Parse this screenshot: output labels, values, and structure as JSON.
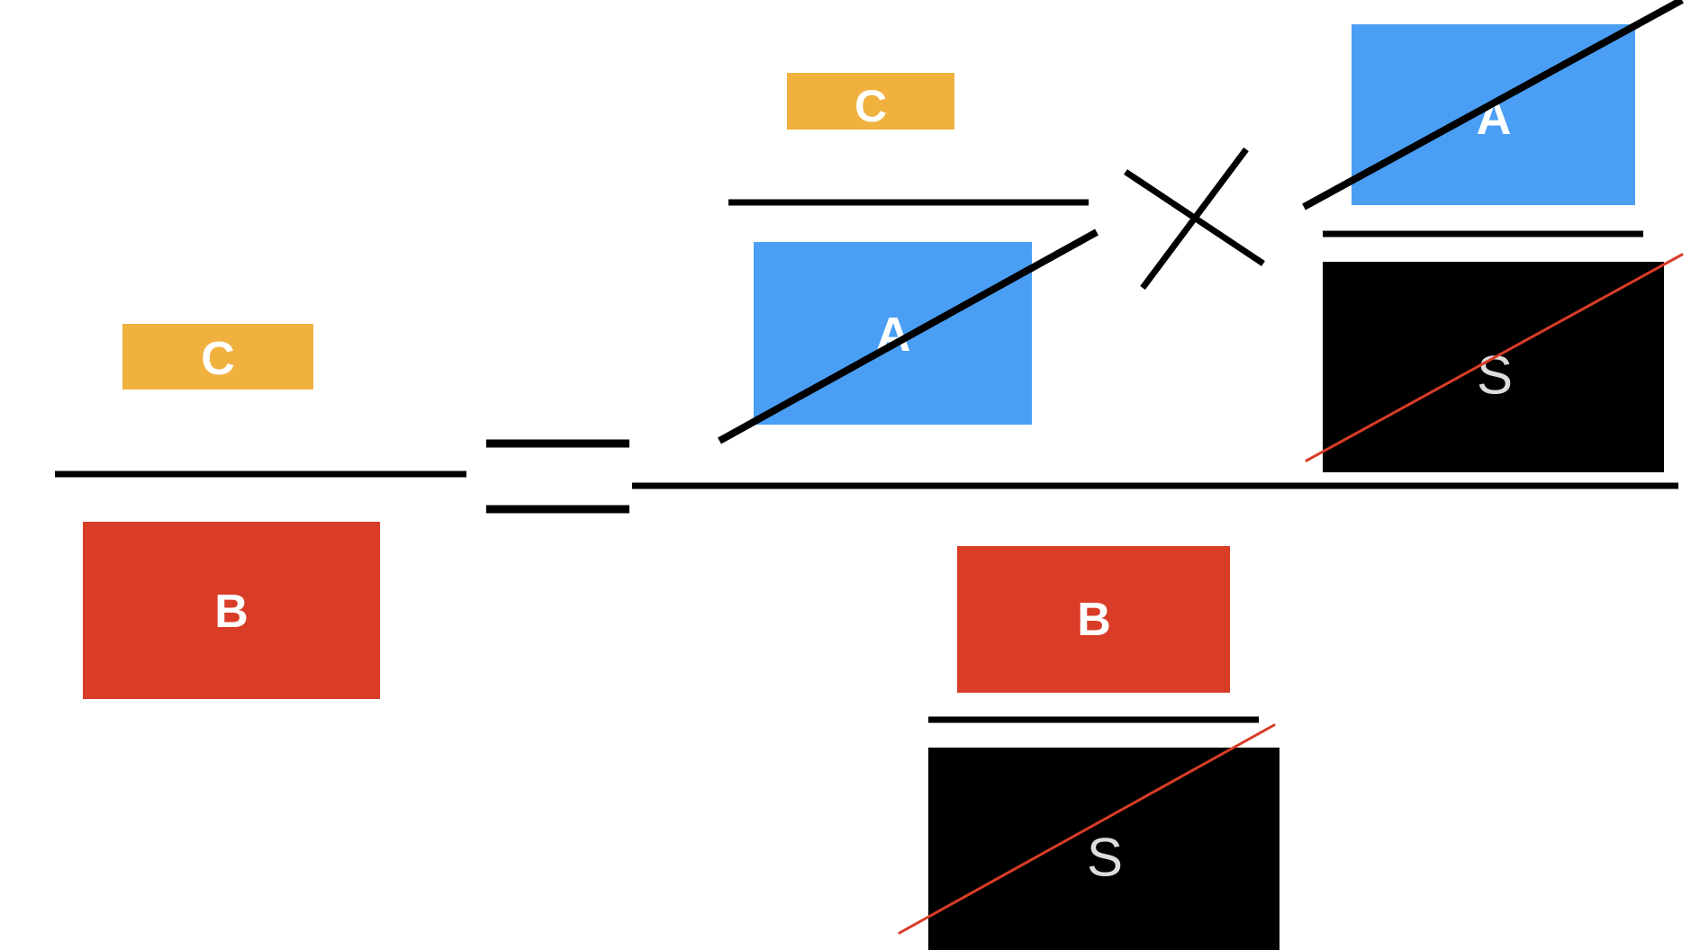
{
  "colors": {
    "A": "#4a9ff5",
    "B": "#d93c27",
    "C": "#f0b13e",
    "S": "#000000",
    "label_light": "#ffffff",
    "label_on_S": "#dddddd",
    "strike_black": "#000000",
    "strike_red": "#d93c27"
  },
  "labels": {
    "C": "C",
    "B": "B",
    "A": "A",
    "S": "S"
  },
  "lhs": {
    "numerator": "C",
    "denominator": "B"
  },
  "rhs": {
    "numerator_left_fraction": {
      "numerator": "C",
      "denominator": "A",
      "denominator_crossed_out": true
    },
    "operator": "multiply",
    "numerator_right_fraction": {
      "numerator": "A",
      "numerator_crossed_out": true,
      "denominator": "S",
      "denominator_crossed_out": true
    },
    "denominator_fraction": {
      "numerator": "B",
      "denominator": "S",
      "denominator_crossed_out": true
    }
  },
  "equals_symbol": "equals"
}
